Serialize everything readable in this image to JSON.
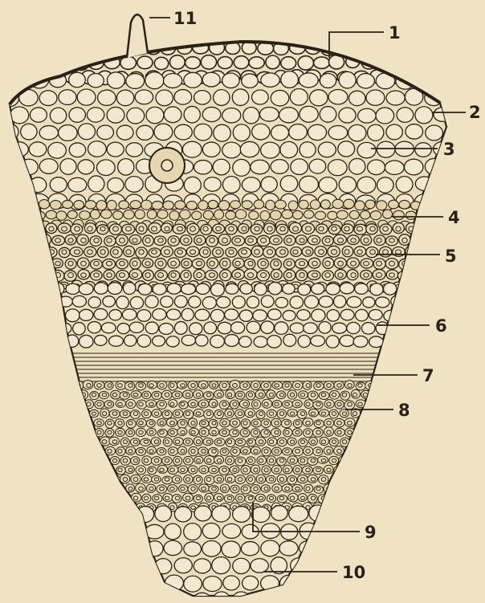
{
  "diagram": {
    "subject": "root cross-section wedge",
    "colors": {
      "paper": "#efe3c4",
      "ink": "#2a2218",
      "cell_fill": "#f2e8cf",
      "stipple": "#6e5a40"
    },
    "labels": [
      {
        "id": "1",
        "text": "1"
      },
      {
        "id": "2",
        "text": "2"
      },
      {
        "id": "3",
        "text": "3"
      },
      {
        "id": "4",
        "text": "4"
      },
      {
        "id": "5",
        "text": "5"
      },
      {
        "id": "6",
        "text": "6"
      },
      {
        "id": "7",
        "text": "7"
      },
      {
        "id": "8",
        "text": "8"
      },
      {
        "id": "9",
        "text": "9"
      },
      {
        "id": "10",
        "text": "10"
      },
      {
        "id": "11",
        "text": "11"
      }
    ]
  }
}
